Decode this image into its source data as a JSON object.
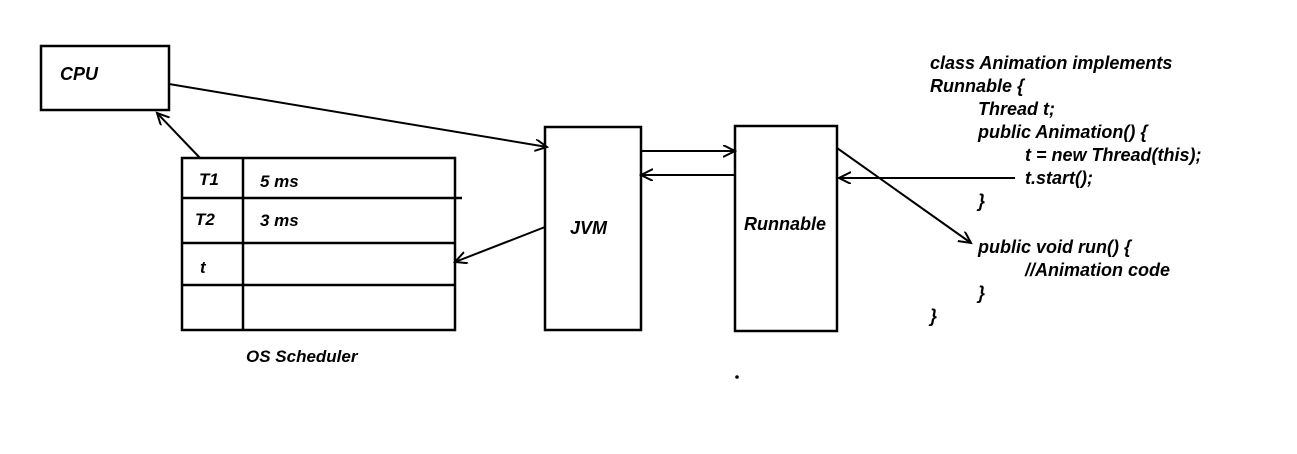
{
  "cpu": {
    "label": "CPU"
  },
  "scheduler": {
    "caption": "OS Scheduler",
    "rows": [
      {
        "thread": "T1",
        "time": "5 ms"
      },
      {
        "thread": "T2",
        "time": "3 ms"
      },
      {
        "thread": "t",
        "time": ""
      },
      {
        "thread": "",
        "time": ""
      }
    ]
  },
  "jvm": {
    "label": "JVM"
  },
  "runnable": {
    "label": "Runnable"
  },
  "code": {
    "lines": [
      "class Animation implements",
      "Runnable {",
      "Thread t;",
      "public Animation() {",
      "t = new Thread(this);",
      "t.start();",
      "}",
      "public void run() {",
      "//Animation code",
      "}",
      "}"
    ]
  },
  "colors": {
    "stroke": "#000000",
    "background": "#ffffff"
  }
}
